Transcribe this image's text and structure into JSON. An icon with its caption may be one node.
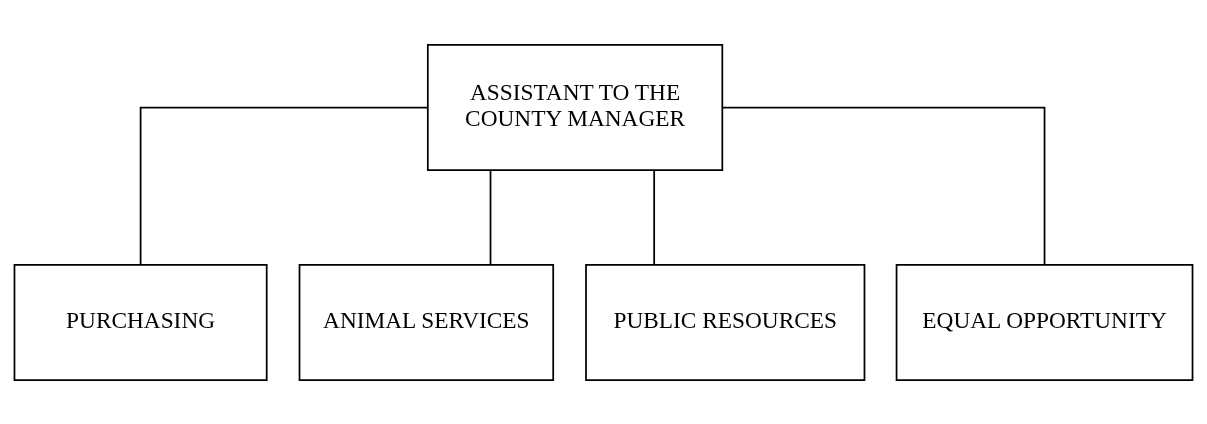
{
  "diagram": {
    "nodes": [
      {
        "text": [
          "ASSISTANT TO THE COUNTY MANAGER"
        ]
      },
      {
        "text": [
          "PURCHASING"
        ]
      },
      {
        "text": [
          "ANIMAL SERVICES"
        ]
      },
      {
        "text": [
          "PUBLIC RESOURCES"
        ]
      },
      {
        "text": [
          "EQUAL OPPORTUNITY"
        ]
      }
    ],
    "edges": [
      {
        "from": 0,
        "to": 1,
        "arrow": "none"
      },
      {
        "from": 0,
        "to": 2,
        "arrow": "none"
      },
      {
        "from": 0,
        "to": 3,
        "arrow": "none"
      },
      {
        "from": 0,
        "to": 4,
        "arrow": "none"
      }
    ]
  }
}
